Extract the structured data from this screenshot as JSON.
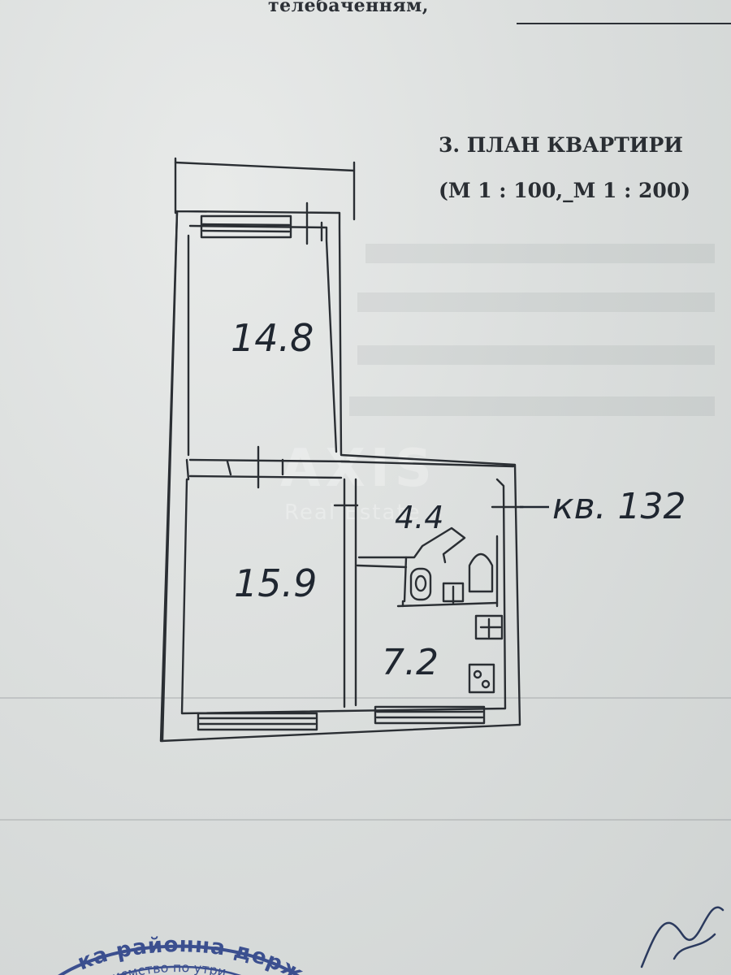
{
  "document": {
    "top_fragment": "телебаченням,",
    "section_title": "3. ПЛАН КВАРТИРИ",
    "scale_note": "(М 1 : 100,_М 1 : 200)"
  },
  "plan": {
    "apartment_label": "кв. 132",
    "rooms": [
      {
        "id": "room-top",
        "area": "14.8"
      },
      {
        "id": "room-bottom-left",
        "area": "15.9"
      },
      {
        "id": "bathroom",
        "area": "4.4"
      },
      {
        "id": "kitchen",
        "area": "7.2"
      }
    ]
  },
  "watermark": {
    "brand": "AXIS",
    "subtitle": "Real Estate"
  },
  "stamp": {
    "text": "ка районна держ ... рприємство по утри ..."
  },
  "colors": {
    "paper": "#dcdfde",
    "ink": "#2a2e33",
    "pen": "#1f2630",
    "stamp": "#3b4f8f"
  }
}
